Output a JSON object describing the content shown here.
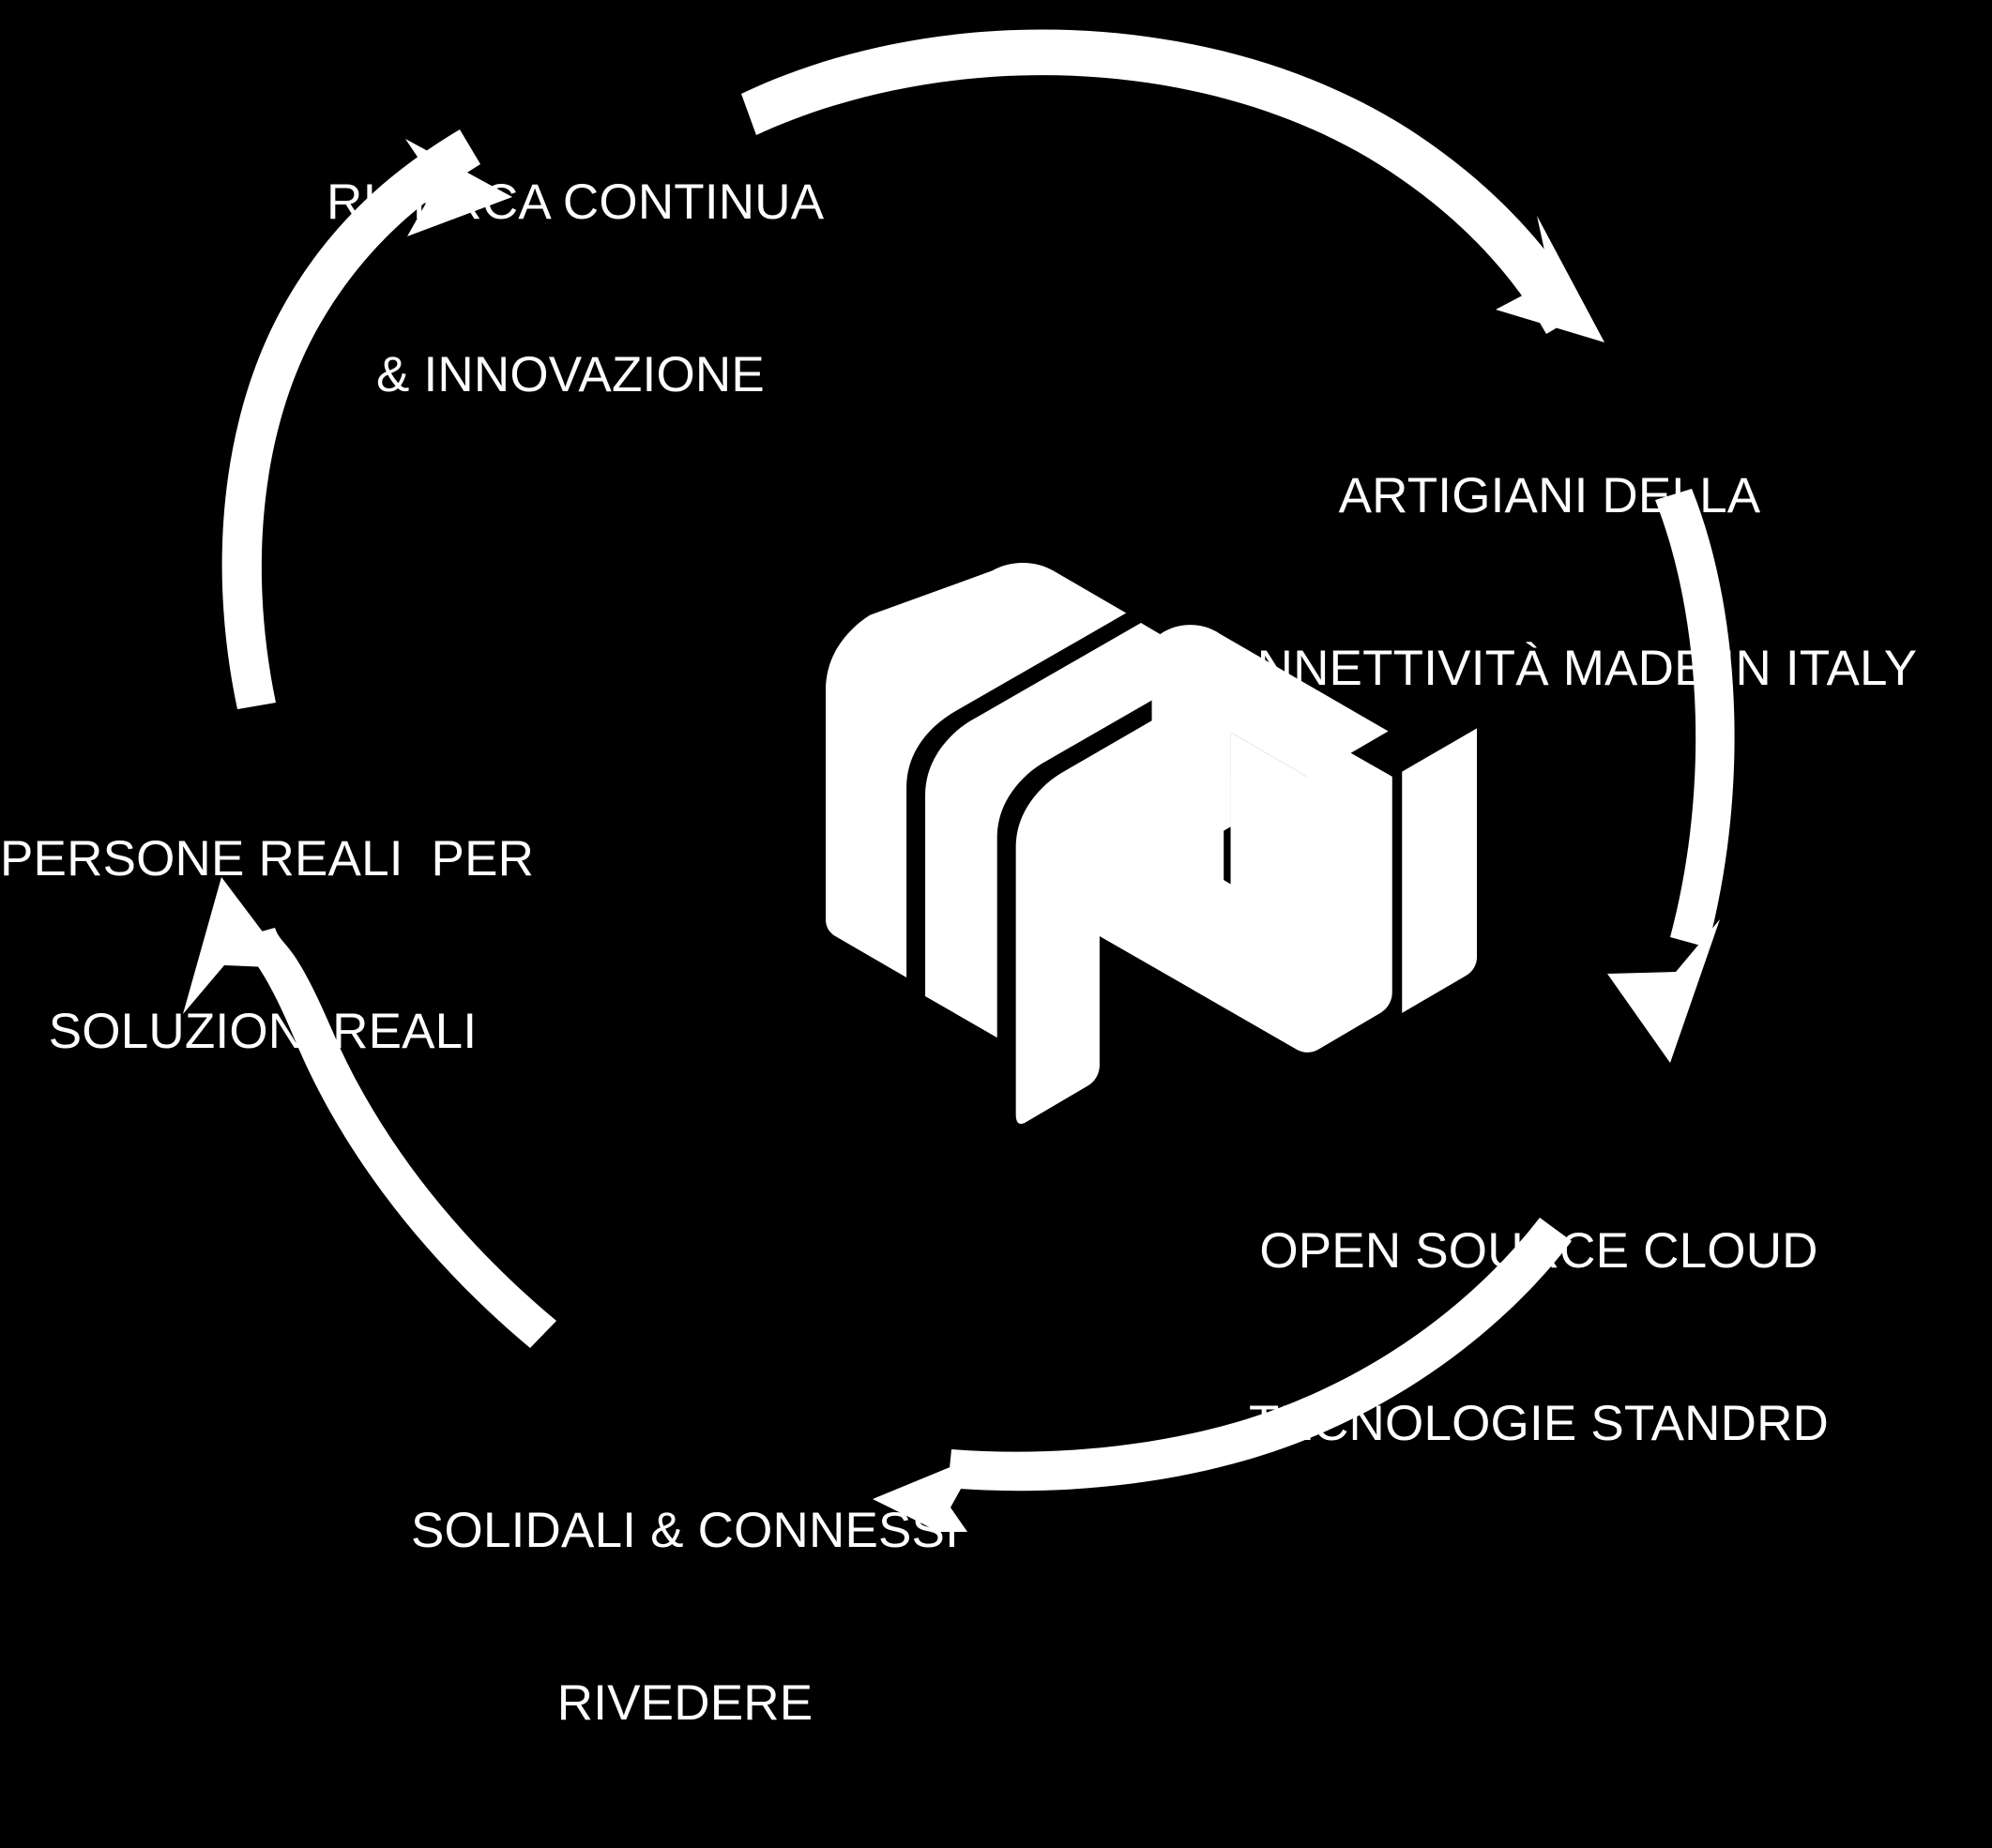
{
  "diagram": {
    "type": "circular-cycle",
    "title_visible": false,
    "background_color": "#000000",
    "foreground_color": "#ffffff",
    "direction": "clockwise",
    "center_logo": {
      "name": "isometric-cube-n-logo",
      "alt": "N cube logo"
    },
    "nodes": [
      {
        "id": "ricerca",
        "position": "top",
        "lines": [
          "RICERCA CONTINUA",
          "& INNOVAZIONE"
        ],
        "line1": "RICERCA CONTINUA",
        "line2": "& INNOVAZIONE"
      },
      {
        "id": "artigiani",
        "position": "top-right",
        "lines": [
          "ARTIGIANI DELLA",
          "CONNETTIVITÀ MADE IN ITALY"
        ],
        "line1": "ARTIGIANI DELLA",
        "line2": "CONNETTIVITÀ MADE IN ITALY"
      },
      {
        "id": "opensource",
        "position": "bottom-right",
        "lines": [
          "OPEN SOURCE CLOUD",
          "TECNOLOGIE STANDRD"
        ],
        "line1": "OPEN SOURCE CLOUD",
        "line2": "TECNOLOGIE STANDRD"
      },
      {
        "id": "solidali",
        "position": "bottom",
        "lines": [
          "SOLIDALI & CONNESSI",
          "RIVEDERE"
        ],
        "line1": "SOLIDALI & CONNESSI",
        "line2": "RIVEDERE"
      },
      {
        "id": "persone",
        "position": "left",
        "lines": [
          "PERSONE REALI  PER",
          "SOLUZIONI REALI"
        ],
        "line1": "PERSONE REALI  PER",
        "line2": "SOLUZIONI REALI"
      }
    ],
    "arrows": [
      {
        "id": "arrow-ricerca-to-artigiani",
        "from": "ricerca",
        "to": "artigiani",
        "shape": "arc"
      },
      {
        "id": "arrow-artigiani-to-opensource",
        "from": "artigiani",
        "to": "opensource",
        "shape": "arc"
      },
      {
        "id": "arrow-opensource-to-solidali",
        "from": "opensource",
        "to": "solidali",
        "shape": "arc"
      },
      {
        "id": "arrow-solidali-to-persone",
        "from": "solidali",
        "to": "persone",
        "shape": "arc"
      },
      {
        "id": "arrow-persone-to-ricerca",
        "from": "persone",
        "to": "ricerca",
        "shape": "arc"
      }
    ]
  }
}
